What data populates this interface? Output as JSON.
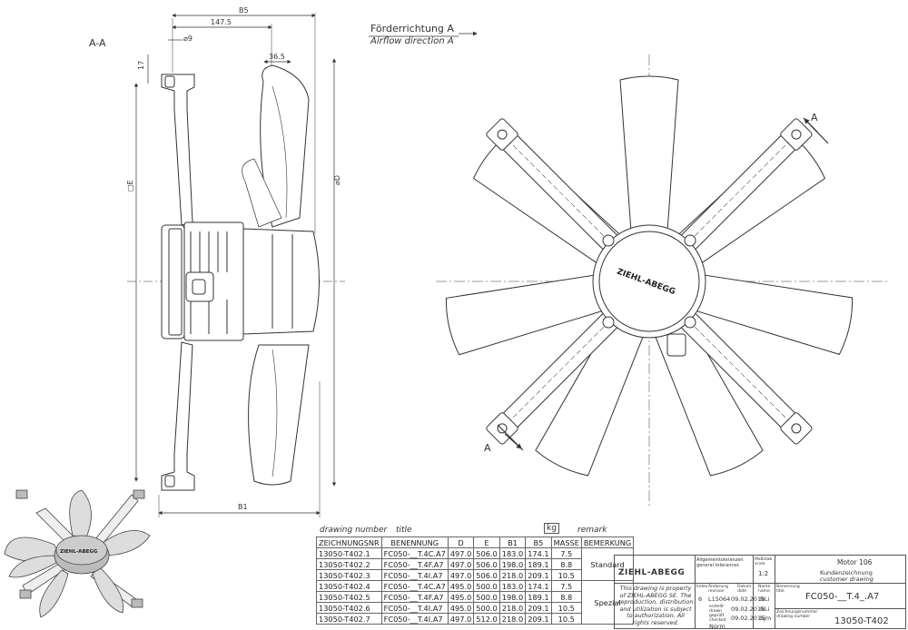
{
  "section_label": "A-A",
  "airflow": {
    "de": "Förderrichtung A",
    "en": "Airflow direction A"
  },
  "dimensions": {
    "b5": "B5",
    "d147": "147.5",
    "d9": "⌀9",
    "d365": "36.5",
    "d17": "17",
    "e_sq": "□E",
    "d_dia": "⌀D",
    "b1": "B1"
  },
  "section_marks": {
    "top": "A",
    "bottom": "A"
  },
  "logo_text": "ZIEHL-ABEGG",
  "table": {
    "it_headers": {
      "drawing_number": "drawing number",
      "title": "title",
      "unit": "kg",
      "remark": "remark"
    },
    "headers": [
      "ZEICHNUNGSNR",
      "BENENNUNG",
      "D",
      "E",
      "B1",
      "B5",
      "MASSE",
      "BEMERKUNG"
    ],
    "rows": [
      [
        "13050-T402.1",
        "FC050-__T.4C.A7",
        "497.0",
        "506.0",
        "183.0",
        "174.1",
        "7.5"
      ],
      [
        "13050-T402.2",
        "FC050-__T.4F.A7",
        "497.0",
        "506.0",
        "198.0",
        "189.1",
        "8.8"
      ],
      [
        "13050-T402.3",
        "FC050-__T.4I.A7",
        "497.0",
        "506.0",
        "218.0",
        "209.1",
        "10.5"
      ],
      [
        "13050-T402.4",
        "FC050-__T.4C.A7",
        "495.0",
        "500.0",
        "183.0",
        "174.1",
        "7.5"
      ],
      [
        "13050-T402.5",
        "FC050-__T.4F.A7",
        "495.0",
        "500.0",
        "198.0",
        "189.1",
        "8.8"
      ],
      [
        "13050-T402.6",
        "FC050-__T.4I.A7",
        "495.0",
        "500.0",
        "218.0",
        "209.1",
        "10.5"
      ],
      [
        "13050-T402.7",
        "FC050-__T.4I.A7",
        "497.0",
        "512.0",
        "218.0",
        "209.1",
        "10.5"
      ]
    ],
    "groups": [
      "Standard",
      "Spezial"
    ]
  },
  "title_block": {
    "logo": "ZIEHL-ABEGG",
    "tolerance": "Allgemeintoleranzen general tolerances",
    "scale_label": "Maßstab scale",
    "scale": "1:2",
    "motor": "Motor 106",
    "customer_drawing_de": "Kundenzeichnung",
    "customer_drawing_en": "customer drawing",
    "designation_label": "Benennung title",
    "designation": "FC050-__T.4_.A7",
    "drawing_number_label": "Zeichnungsnummer drawing number",
    "drawing_number": "13050-T402",
    "property_note": "This drawing is property of ZIEHL-ABEGG SE. The reproduction, distribution and utilization is subject to authorization. All rights reserved.",
    "rev_index": "6",
    "rev_change": "L15064",
    "rev_date": "09.02.2015",
    "rev_name": "NLi",
    "drawn_label": "erstellt drawn",
    "drawn_date": "09.02.2015",
    "drawn_name": "NLi",
    "checked_label": "geprüft checked",
    "checked_date": "09.02.2015",
    "checked_name": "bjm",
    "norm_label": "Norm",
    "col_index": "Index",
    "col_change": "Änderung revision",
    "col_date": "Datum date",
    "col_name": "Name name"
  }
}
